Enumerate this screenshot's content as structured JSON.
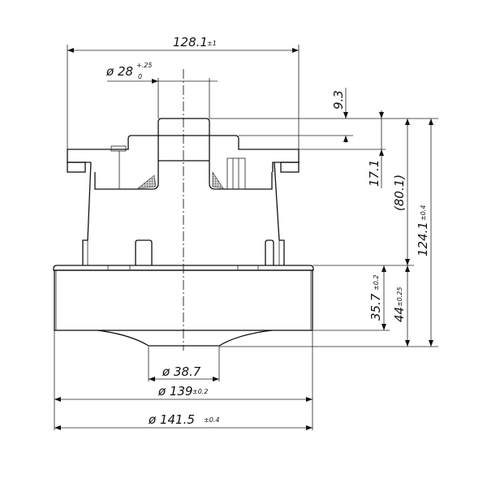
{
  "drawing": {
    "dimensions": {
      "overall_flange_width": {
        "value": "128.1",
        "tol": "±1"
      },
      "top_diameter": {
        "value": "ø 28",
        "tol_upper": "+.25",
        "tol_lower": "0"
      },
      "top_step_height": {
        "value": "9.3"
      },
      "top_to_flange": {
        "value": "17.1"
      },
      "motor_height_ref": {
        "value": "(80.1)"
      },
      "overall_height": {
        "value": "124.1",
        "tol": "±0.4"
      },
      "fan_housing_height": {
        "value": "35.7",
        "tol": "±0.2"
      },
      "fan_total_height": {
        "value": "44",
        "tol": "±0.25"
      },
      "inlet_diameter": {
        "value": "ø 38.7"
      },
      "housing_diameter": {
        "value": "ø 139",
        "tol": "±0.2"
      },
      "outer_diameter": {
        "value": "ø 141.5",
        "tol": "±0.4"
      }
    }
  }
}
